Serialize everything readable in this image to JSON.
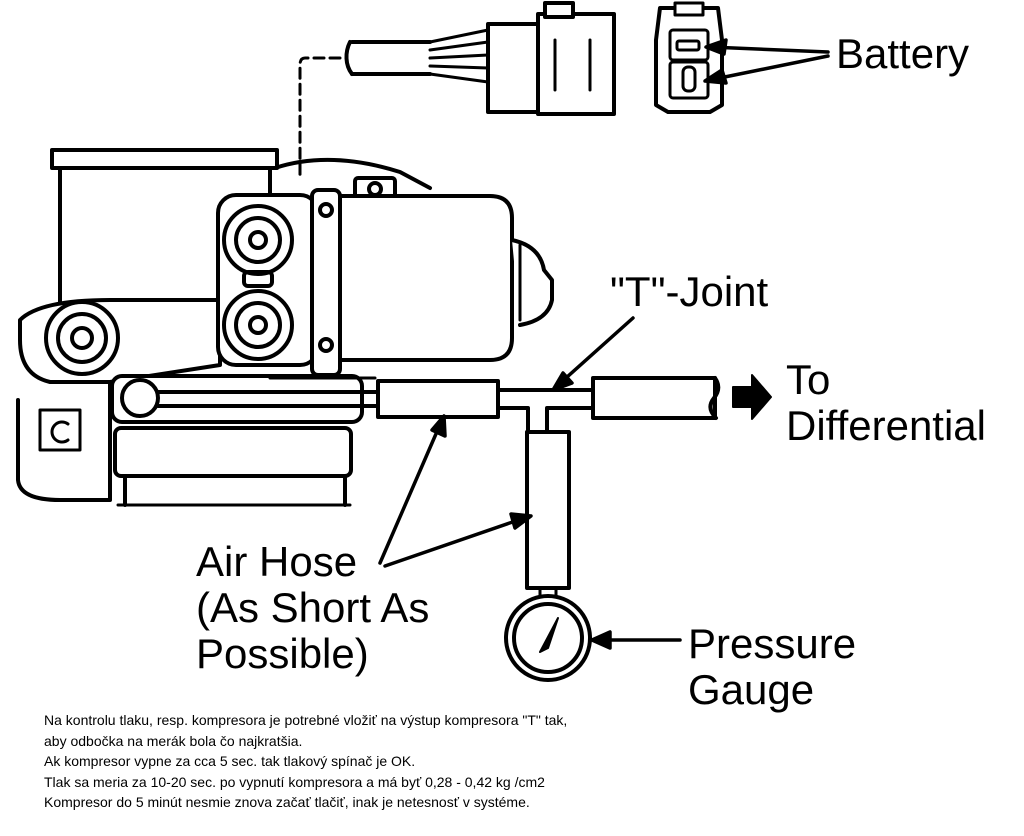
{
  "labels": {
    "battery": "Battery",
    "t_joint": "\"T\"-Joint",
    "to": "To",
    "differential": "Differential",
    "air_hose_1": "Air Hose",
    "air_hose_2": "(As Short As",
    "air_hose_3": "Possible)",
    "pressure_1": "Pressure",
    "pressure_2": "Gauge"
  },
  "notes": [
    "Na kontrolu tlaku, resp. kompresora je potrebné vložiť na výstup kompresora \"T\" tak,",
    "aby odbočka na merák bola čo najkratšia.",
    "Ak kompresor vypne za cca 5 sec. tak tlakový spínač je OK.",
    "Tlak sa meria za 10-20 sec. po vypnutí kompresora a má byť 0,28 - 0,42 kg /cm2",
    "Kompresor do 5 minút nesmie znova začať tlačiť, inak je netesnosť v systéme."
  ]
}
